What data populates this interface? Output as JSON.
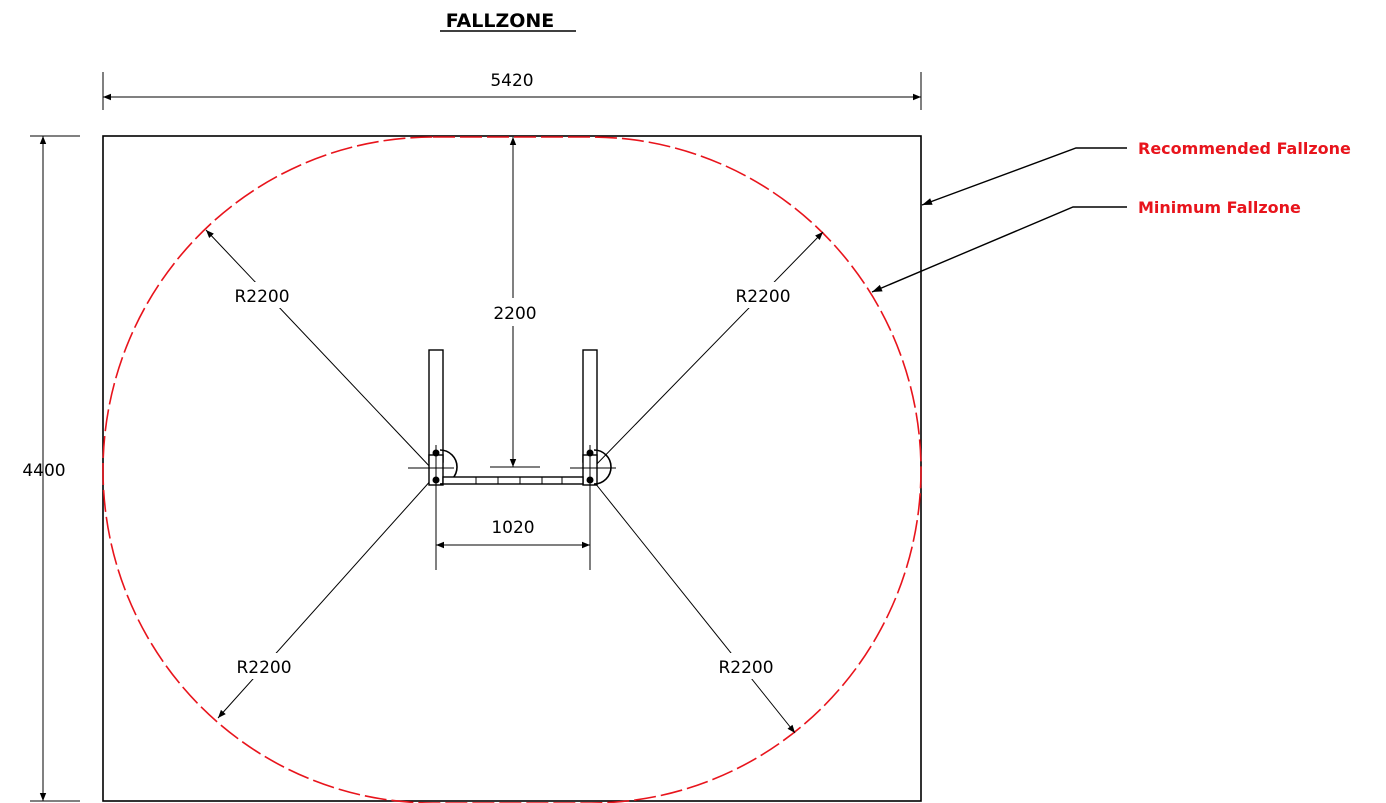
{
  "title": "FALLZONE",
  "dimensions": {
    "overall_width": "5420",
    "overall_height": "4400",
    "top_clearance": "2200",
    "post_spacing": "1020",
    "radius_top_left": "R2200",
    "radius_top_right": "R2200",
    "radius_bottom_left": "R2200",
    "radius_bottom_right": "R2200"
  },
  "legend": {
    "recommended": "Recommended Fallzone",
    "minimum": "Minimum Fallzone"
  },
  "colors": {
    "recommended_line": "#000000",
    "minimum_line": "#e8141c",
    "legend_text": "#e8141c"
  }
}
